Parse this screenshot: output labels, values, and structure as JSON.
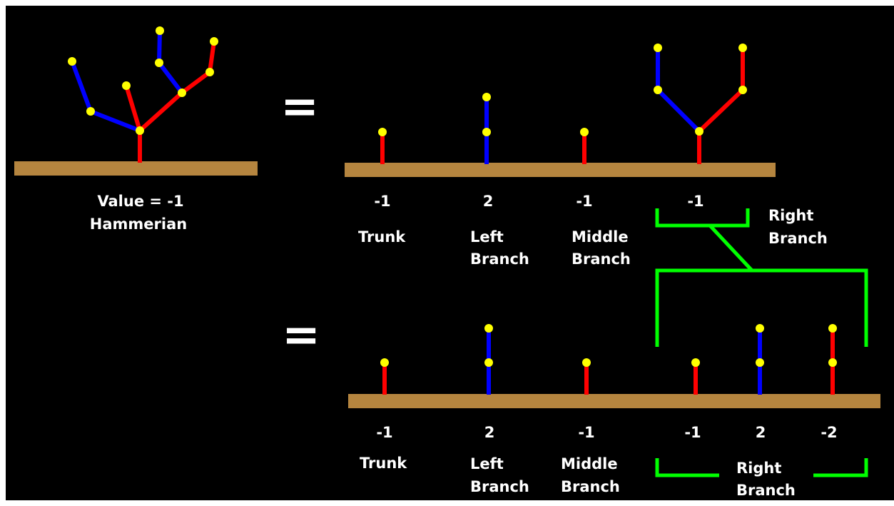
{
  "colors": {
    "background": "#000000",
    "ground": "#b5853f",
    "red_edge": "#ff0000",
    "blue_edge": "#0000ff",
    "node": "#ffff00",
    "bracket": "#00ff00"
  },
  "equals_sign": "=",
  "left_tree": {
    "value_text": "Value = -1",
    "name_text": "Hammerian"
  },
  "row1": {
    "values": [
      "-1",
      "2",
      "-1",
      "-1"
    ],
    "labels": {
      "trunk": "Trunk",
      "left_line1": "Left",
      "left_line2": "Branch",
      "middle_line1": "Middle",
      "middle_line2": "Branch",
      "right_line1": "Right",
      "right_line2": "Branch"
    }
  },
  "row2": {
    "values": [
      "-1",
      "2",
      "-1",
      "-1",
      "2",
      "-2"
    ],
    "labels": {
      "trunk": "Trunk",
      "left_line1": "Left",
      "left_line2": "Branch",
      "middle_line1": "Middle",
      "middle_line2": "Branch",
      "right_line1": "Right",
      "right_line2": "Branch"
    }
  }
}
